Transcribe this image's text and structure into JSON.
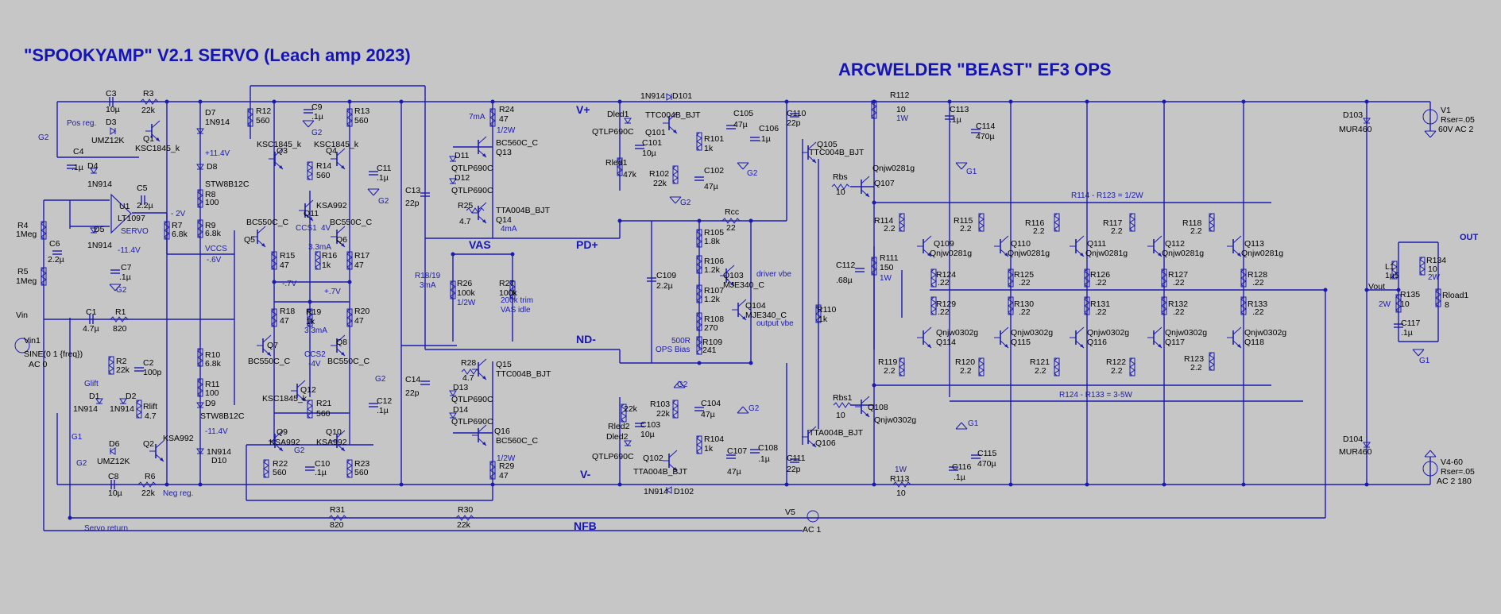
{
  "titles": {
    "left": "\"SPOOKYAMP\" V2.1 SERVO (Leach amp 2023)",
    "right": "ARCWELDER \"BEAST\" EF3 OPS"
  },
  "nets": {
    "vplus": "V+",
    "vminus": "V-",
    "pdplus": "PD+",
    "ndminus": "ND-",
    "vas": "VAS",
    "nfb": "NFB",
    "out": "OUT",
    "vout": "Vout",
    "vin": "Vin",
    "g1": "G1",
    "g2": "G2",
    "glift": "Glift",
    "servo_return": "Servo return"
  },
  "annotations": {
    "pos_reg": "Pos reg.",
    "neg_reg": "Neg reg.",
    "servo": "SERVO",
    "v_11_4_pos": "+11.4V",
    "v_11_4_neg": "-11.4V",
    "v_2": "- 2V",
    "v_6": "-.6V",
    "vccs": "VCCS",
    "ccs1": "CCS1",
    "v_4": "4V",
    "i_3_3_a": "3.3mA",
    "i_3_3_b": "3.3mA",
    "v_m7": "-.7V",
    "v_p7": "+.7V",
    "ccs2": "CCS2",
    "v_m4": "-4V",
    "i_7ma": "7mA",
    "i_4ma": "4mA",
    "w_half_1": "1/2W",
    "w_half_2": "1/2W",
    "w_half_3": "1/2W",
    "r1819": "R18/19",
    "i_3ma": "3mA",
    "trim200k": "200k trim",
    "vas_idle": "VAS idle",
    "ops_500r": "500R",
    "ops_bias": "OPS Bias",
    "driver_vbe": "driver vbe",
    "output_vbe": "output vbe",
    "r114_123": "R114 - R123 = 1/2W",
    "r124_133": "R124 - R133 = 3-5W",
    "w1_a": "1W",
    "w1_b": "1W",
    "w1_c": "1W",
    "w2_a": "2W",
    "w2_b": "2W"
  },
  "components": {
    "c3": "C3",
    "c3v": "10µ",
    "r3": "R3",
    "r3v": "22k",
    "d3": "D3",
    "d3v": "UMZ12K",
    "q1": "Q1",
    "q1v": "KSC1845_k",
    "d7": "D7",
    "d7v": "1N914",
    "c4": "C4",
    "c4v": ".1µ",
    "d4": "D4",
    "d4v": "1N914",
    "c5": "C5",
    "c5v": "2.2µ",
    "u1": "U1",
    "u1v": "LT1097",
    "r7": "R7",
    "r7v": "6.8k",
    "r4": "R4",
    "r4v": "1Meg",
    "d5": "D5",
    "d5v": "1N914",
    "c6": "C6",
    "c6v": "2.2µ",
    "c7": "C7",
    "c7v": ".1µ",
    "r5": "R5",
    "r5v": "1Meg",
    "d8": "D8",
    "d8v": "STW8B12C",
    "r8": "R8",
    "r8v": "100",
    "r9": "R9",
    "r9v": "6.8k",
    "r12": "R12",
    "r12v": "560",
    "c9": "C9",
    "c9v": ".1µ",
    "r13": "R13",
    "r13v": "560",
    "q3": "Q3",
    "q3v": "KSC1845_k",
    "q4": "Q4",
    "q4v": "KSC1845_k",
    "r14": "R14",
    "r14v": "560",
    "c11": "C11",
    "c11v": ".1µ",
    "q11": "Q11",
    "q11v": "KSA992",
    "q5": "Q5",
    "q5v": "BC550C_C",
    "q6": "Q6",
    "q6v": "BC550C_C",
    "r15": "R15",
    "r15v": "47",
    "r16": "R16",
    "r16v": "1k",
    "r17": "R17",
    "r17v": "47",
    "c1": "C1",
    "c1v": "4.7µ",
    "r1": "R1",
    "r1v": "820",
    "vin1": "Vin1",
    "vin1v": "SINE(0 1 {freq})",
    "vin1ac": "AC 0",
    "r2": "R2",
    "r2v": "22k",
    "c2": "C2",
    "c2v": "100p",
    "d1": "D1",
    "d1v": "1N914",
    "d2": "D2",
    "d2v": "1N914",
    "rlift": "Rlift",
    "rliftv": "4.7",
    "r18": "R18",
    "r18v": "47",
    "r19": "R19",
    "r19v": "1k",
    "r20": "R20",
    "r20v": "47",
    "q7": "Q7",
    "q7v": "BC550C_C",
    "q8": "Q8",
    "q8v": "BC550C_C",
    "r10": "R10",
    "r10v": "6.8k",
    "r11": "R11",
    "r11v": "100",
    "d9": "D9",
    "d9v": "STW8B12C",
    "q12": "Q12",
    "q12v": "KSC1845_k",
    "r21": "R21",
    "r21v": "560",
    "c12": "C12",
    "c12v": ".1µ",
    "q9": "Q9",
    "q9v": "KSA992",
    "q10": "Q10",
    "q10v": "KSA992",
    "r22": "R22",
    "r22v": "560",
    "c10": "C10",
    "c10v": ".1µ",
    "r23": "R23",
    "r23v": "560",
    "d6": "D6",
    "d6v": "UMZ12K",
    "q2": "Q2",
    "q2v": "KSA992",
    "d10": "D10",
    "d10v": "1N914",
    "c8": "C8",
    "c8v": "10µ",
    "r6": "R6",
    "r6v": "22k",
    "r31": "R31",
    "r31v": "820",
    "r30": "R30",
    "r30v": "22k",
    "r24": "R24",
    "r24v": "47",
    "c13": "C13",
    "c13v": "22p",
    "q13": "Q13",
    "q13v": "BC560C_C",
    "d11": "D11",
    "d11v": "QTLP690C",
    "d12": "D12",
    "d12v": "QTLP690C",
    "r25": "R25",
    "r25v": "4.7",
    "q14": "Q14",
    "q14v": "TTA004B_BJT",
    "r26": "R26",
    "r26v": "100k",
    "r27": "R27",
    "r27v": "100k",
    "c14": "C14",
    "c14v": "22p",
    "r28": "R28",
    "r28v": "4.7",
    "q15": "Q15",
    "q15v": "TTC004B_BJT",
    "d13": "D13",
    "d13v": "QTLP690C",
    "d14": "D14",
    "d14v": "QTLP690C",
    "q16": "Q16",
    "q16v": "BC560C_C",
    "r29": "R29",
    "r29v": "47",
    "d101": "D101",
    "d101v": "1N914",
    "dled1": "Dled1",
    "dled1v": "QTLP690C",
    "q101": "Q101",
    "q101v": "TTC004B_BJT",
    "c101": "C101",
    "c101v": "10µ",
    "r101": "R101",
    "r101v": "1k",
    "rled1": "Rled1",
    "rled1v": "47k",
    "r102": "R102",
    "r102v": "22k",
    "c102": "C102",
    "c102v": "47µ",
    "c105": "C105",
    "c105v": "47µ",
    "c106": "C106",
    "c106v": ".1µ",
    "rcc": "Rcc",
    "rccv": "22",
    "r105": "R105",
    "r105v": "1.8k",
    "r106": "R106",
    "r106v": "1.2k",
    "q103": "Q103",
    "q103v": "MJE340_C",
    "r107": "R107",
    "r107v": "1.2k",
    "q104": "Q104",
    "q104v": "MJE340_C",
    "r108": "R108",
    "r108v": "270",
    "r109": "R109",
    "r109v": "241",
    "c109": "C109",
    "c109v": "2.2µ",
    "r103": "R103",
    "r103v": "22k",
    "c104": "C104",
    "c104v": "47µ",
    "c103": "C103",
    "c103v": "10µ",
    "rled2": "Rled2",
    "dled2": "Dled2",
    "dled2v": "QTLP690C",
    "r104": "R104",
    "r104v": "1k",
    "q102": "Q102",
    "q102v": "TTA004B_BJT",
    "c107": "C107",
    "c107v": "47µ",
    "c108": "C108",
    "c108v": ".1µ",
    "d102": "D102",
    "d102v": "1N914",
    "c110": "C110",
    "c110v": "22p",
    "q105": "Q105",
    "q105v": "TTC004B_BJT",
    "r110": "R110",
    "r110v": "1k",
    "c111": "C111",
    "c111v": "22p",
    "q106": "Q106",
    "q106v": "TTA004B_BJT",
    "v5": "V5",
    "v5v": "AC 1",
    "r112": "R112",
    "r112v": "10",
    "r113": "R113",
    "r113v": "10",
    "rbs": "Rbs",
    "rbsv": "10",
    "q107": "Q107",
    "q107v": "Qnjw0281g",
    "rbs1": "Rbs1",
    "rbs1v": "10",
    "q108": "Q108",
    "q108v": "Qnjw0302g",
    "c112": "C112",
    "c112v": ".68µ",
    "r111": "R111",
    "r111v": "150",
    "c113": "C113",
    "c113v": ".1µ",
    "c114": "C114",
    "c114v": "470µ",
    "c115": "C115",
    "c115v": "470µ",
    "c116": "C116",
    "c116v": ".1µ",
    "r114": "R114",
    "r115": "R115",
    "r116": "R116",
    "r117": "R117",
    "r118": "R118",
    "r119": "R119",
    "r120": "R120",
    "r121": "R121",
    "r122": "R122",
    "r123": "R123",
    "rv22": "2.2",
    "q109": "Q109",
    "q110": "Q110",
    "q111": "Q111",
    "q112": "Q112",
    "q113": "Q113",
    "q114": "Q114",
    "q115": "Q115",
    "q116": "Q116",
    "q117": "Q117",
    "q118": "Q118",
    "qn": "Qnjw0281g",
    "qp": "Qnjw0302g",
    "r124": "R124",
    "r125": "R125",
    "r126": "R126",
    "r127": "R127",
    "r128": "R128",
    "r129": "R129",
    "r130": "R130",
    "r131": "R131",
    "r132": "R132",
    "r133": "R133",
    "rv_22": ".22",
    "d103": "D103",
    "d103v": "MUR460",
    "d104": "D104",
    "d104v": "MUR460",
    "v1": "V1",
    "v1r": "Rser=.05",
    "v1v": "60V AC 2",
    "v4": "V4-60",
    "v4r": "Rser=.05",
    "v4v": "AC 2 180",
    "l1": "L1",
    "l1v": "1µ5",
    "r134": "R134",
    "r134v": "10",
    "r135": "R135",
    "r135v": "10",
    "c117": "C117",
    "c117v": ".1µ",
    "rload1": "Rload1",
    "rload1v": "8"
  }
}
